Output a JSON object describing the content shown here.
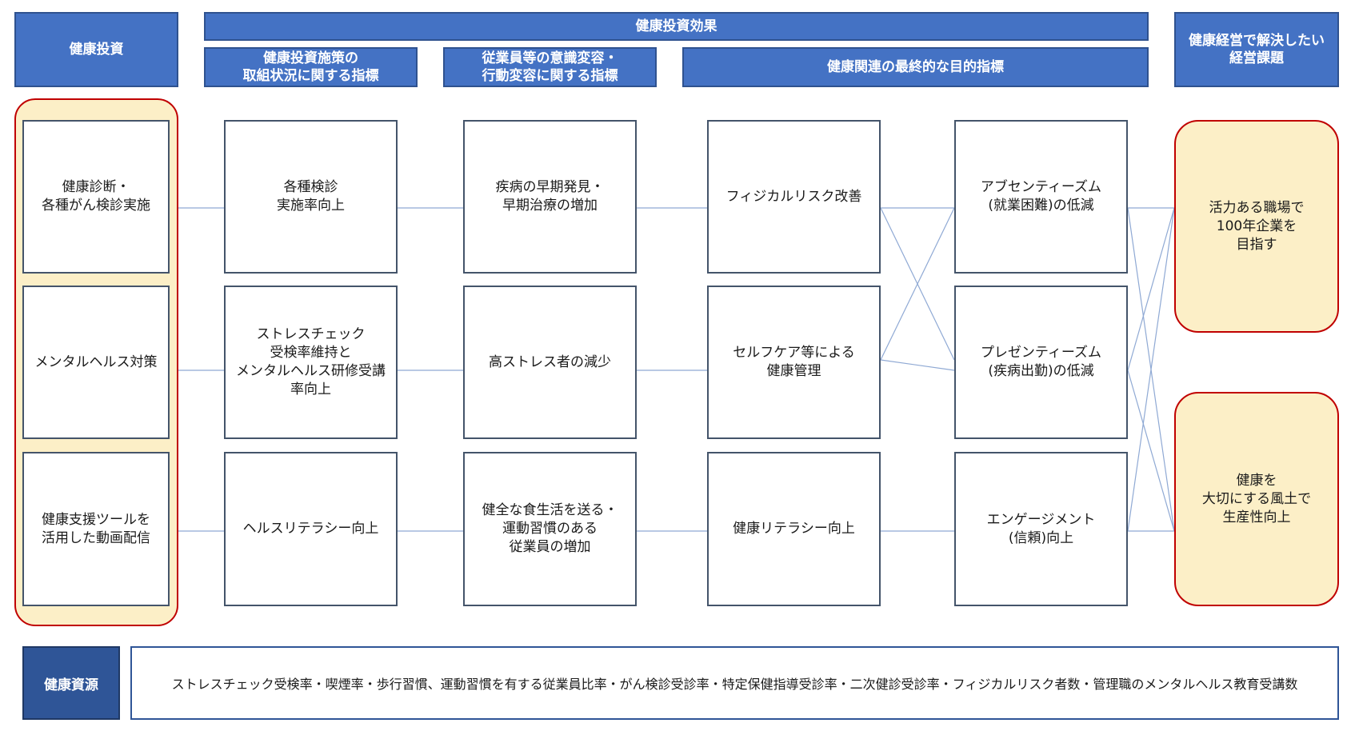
{
  "headers": {
    "investment": "健康投資",
    "effect": "健康投資効果",
    "effect_sub1": "健康投資施策の\n取組状況に関する指標",
    "effect_sub2": "従業員等の意識変容・\n行動変容に関する指標",
    "effect_sub3": "健康関連の最終的な目的指標",
    "issues": "健康経営で解決したい\n経営課題"
  },
  "columns": {
    "investment": [
      "健康診断・\n各種がん検診実施",
      "メンタルヘルス対策",
      "健康支援ツールを\n活用した動画配信"
    ],
    "initiative": [
      "各種検診\n実施率向上",
      "ストレスチェック\n受検率維持と\nメンタルヘルス研修受講\n率向上",
      "ヘルスリテラシー向上"
    ],
    "behavior": [
      "疾病の早期発見・\n早期治療の増加",
      "高ストレス者の減少",
      "健全な食生活を送る・\n運動習慣のある\n従業員の増加"
    ],
    "final1": [
      "フィジカルリスク改善",
      "セルフケア等による\n健康管理",
      "健康リテラシー向上"
    ],
    "final2": [
      "アブセンティーズム\n(就業困難)の低減",
      "プレゼンティーズム\n(疾病出勤)の低減",
      "エンゲージメント\n(信頼)向上"
    ]
  },
  "goals": [
    "活力ある職場で\n100年企業を\n目指す",
    "健康を\n大切にする風土で\n生産性向上"
  ],
  "resources": {
    "label": "健康資源",
    "text": "ストレスチェック受検率・喫煙率・歩行習慣、運動習慣を有する従業員比率・がん検診受診率・特定保健指導受診率・二次健診受診率・フィジカルリスク者数・管理職のメンタルヘルス教育受講数"
  },
  "colors": {
    "header_fill": "#4472c4",
    "box_border": "#44546a",
    "highlight_fill": "#fcefc7",
    "highlight_border": "#c00000",
    "connector": "#8fa9d4",
    "resource_label_fill": "#2f5597"
  }
}
